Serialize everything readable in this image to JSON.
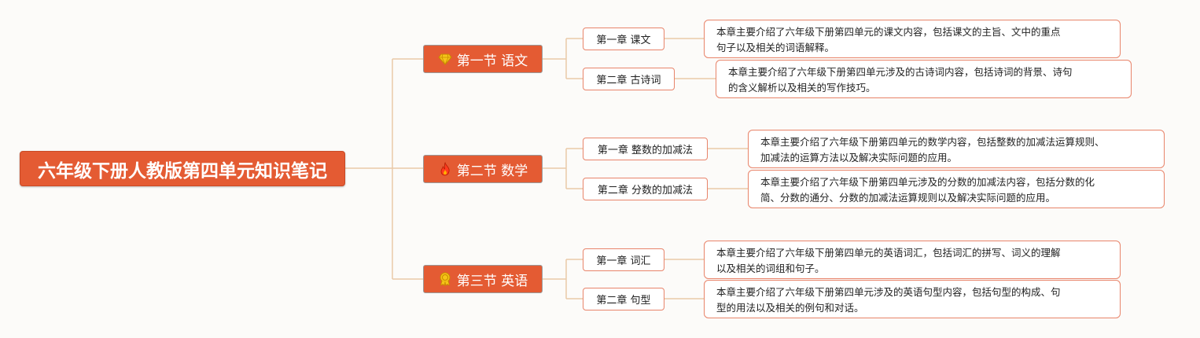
{
  "root": {
    "title": "六年级下册人教版第四单元知识笔记"
  },
  "sections": [
    {
      "title": "第一节 语文",
      "icon": "diamond-icon",
      "chapters": [
        {
          "title": "第一章 课文",
          "desc_line1": "本章主要介绍了六年级下册第四单元的课文内容，包括课文的主旨、文中的重点",
          "desc_line2": "句子以及相关的词语解释。"
        },
        {
          "title": "第二章 古诗词",
          "desc_line1": "本章主要介绍了六年级下册第四单元涉及的古诗词内容，包括诗词的背景、诗句",
          "desc_line2": "的含义解析以及相关的写作技巧。"
        }
      ]
    },
    {
      "title": "第二节 数学",
      "icon": "fire-icon",
      "chapters": [
        {
          "title": "第一章 整数的加减法",
          "desc_line1": "本章主要介绍了六年级下册第四单元的数学内容，包括整数的加减法运算规则、",
          "desc_line2": "加减法的运算方法以及解决实际问题的应用。"
        },
        {
          "title": "第二章 分数的加减法",
          "desc_line1": "本章主要介绍了六年级下册第四单元涉及的分数的加减法内容，包括分数的化",
          "desc_line2": "简、分数的通分、分数的加减法运算规则以及解决实际问题的应用。"
        }
      ]
    },
    {
      "title": "第三节 英语",
      "icon": "medal-icon",
      "chapters": [
        {
          "title": "第一章 词汇",
          "desc_line1": "本章主要介绍了六年级下册第四单元的英语词汇，包括词汇的拼写、词义的理解",
          "desc_line2": "以及相关的词组和句子。"
        },
        {
          "title": "第二章 句型",
          "desc_line1": "本章主要介绍了六年级下册第四单元涉及的英语句型内容，包括句型的构成、句",
          "desc_line2": "型的用法以及相关的例句和对话。"
        }
      ]
    }
  ],
  "colors": {
    "accent": "#e45b33",
    "line": "#e9c9a8",
    "border": "#e8846a",
    "icon": "#f5c518",
    "background": "#fcfbf9"
  }
}
